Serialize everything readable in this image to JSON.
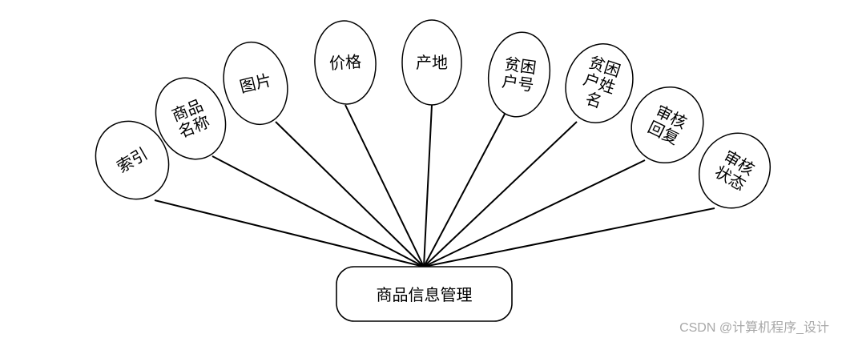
{
  "entity": {
    "label": "商品信息管理"
  },
  "attributes": [
    {
      "lines": [
        "索引"
      ]
    },
    {
      "lines": [
        "商品",
        "名称"
      ]
    },
    {
      "lines": [
        "图片"
      ]
    },
    {
      "lines": [
        "价格"
      ]
    },
    {
      "lines": [
        "产地"
      ]
    },
    {
      "lines": [
        "贫困",
        "户号"
      ]
    },
    {
      "lines": [
        "贫困",
        "户姓",
        "名"
      ]
    },
    {
      "lines": [
        "审核",
        "回复"
      ]
    },
    {
      "lines": [
        "审核",
        "状态"
      ]
    }
  ],
  "watermark": "CSDN @计算机程序_设计",
  "colors": {
    "stroke": "#000000",
    "fill": "#ffffff",
    "watermark": "#a8a8a8"
  }
}
